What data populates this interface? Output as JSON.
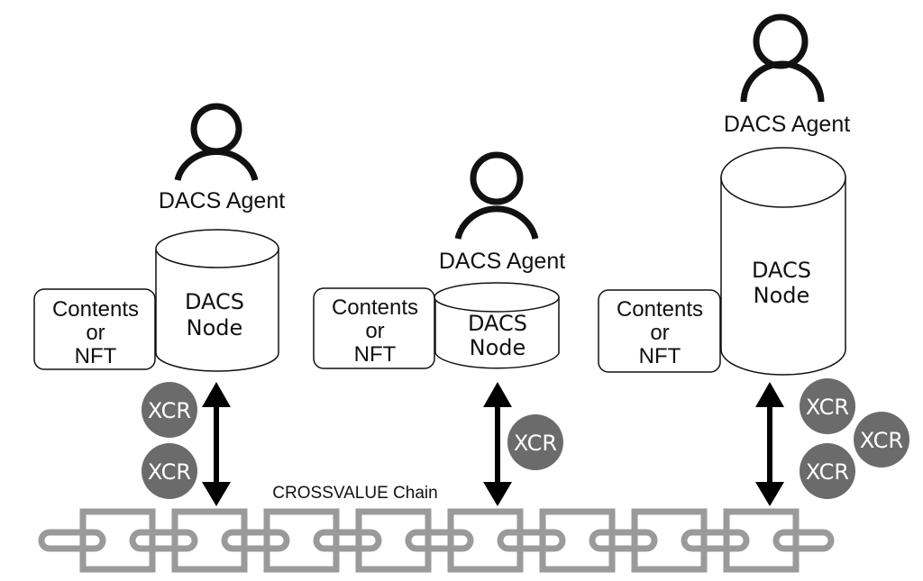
{
  "diagram": {
    "chain_label": "CROSSVALUE Chain",
    "groups": [
      {
        "agent_label": "DACS Agent",
        "node_label_line1": "DACS",
        "node_label_line2": "Node",
        "content_line1": "Contents",
        "content_line2": "or",
        "content_line3": "NFT",
        "tokens": [
          "XCR",
          "XCR"
        ]
      },
      {
        "agent_label": "DACS Agent",
        "node_label_line1": "DACS",
        "node_label_line2": "Node",
        "content_line1": "Contents",
        "content_line2": "or",
        "content_line3": "NFT",
        "tokens": [
          "XCR"
        ]
      },
      {
        "agent_label": "DACS Agent",
        "node_label_line1": "DACS",
        "node_label_line2": "Node",
        "content_line1": "Contents",
        "content_line2": "or",
        "content_line3": "NFT",
        "tokens": [
          "XCR",
          "XCR",
          "XCR"
        ]
      }
    ],
    "chain_link_count": 8,
    "colors": {
      "chain": "#9a9a9a",
      "token": "#6b6b6b",
      "stroke": "#111111"
    }
  }
}
